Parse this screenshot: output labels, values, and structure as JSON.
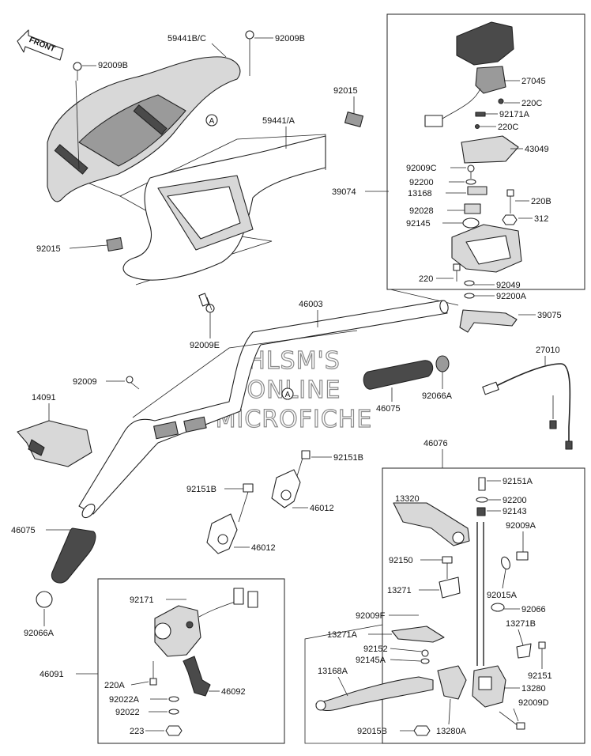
{
  "watermark": {
    "line1": "HLSM'S",
    "line2": "ONLINE",
    "line3": "MICROFICHE"
  },
  "front_arrow": "FRONT",
  "ref_mark": "A",
  "labels": {
    "p59441bc": "59441B/C",
    "p92009b_a": "92009B",
    "p92009b_b": "92009B",
    "p92015_a": "92015",
    "p59441a": "59441/A",
    "p92015_b": "92015",
    "p92009e": "92009E",
    "p46003": "46003",
    "p92009": "92009",
    "p14091": "14091",
    "p46075_a": "46075",
    "p46075_b": "46075",
    "p92066a_a": "92066A",
    "p92066a_b": "92066A",
    "p27010": "27010",
    "p27045": "27045",
    "p220c_a": "220C",
    "p92171a": "92171A",
    "p220c_b": "220C",
    "p43049": "43049",
    "p92009c": "92009C",
    "p39074": "39074",
    "p92200_a": "92200",
    "p13168": "13168",
    "p220b": "220B",
    "p92028": "92028",
    "p312": "312",
    "p92145": "92145",
    "p220": "220",
    "p92049": "92049",
    "p92200a": "92200A",
    "p39075": "39075",
    "p46076": "46076",
    "p92151b_a": "92151B",
    "p92151b_b": "92151B",
    "p46012_a": "46012",
    "p46012_b": "46012",
    "p92151a": "92151A",
    "p13320": "13320",
    "p92200_b": "92200",
    "p92143": "92143",
    "p92009a": "92009A",
    "p92150": "92150",
    "p92015a": "92015A",
    "p13271": "13271",
    "p92066": "92066",
    "p92009f": "92009F",
    "p13271b": "13271B",
    "p13271a": "13271A",
    "p92152": "92152",
    "p92145a": "92145A",
    "p92151": "92151",
    "p13168a": "13168A",
    "p13280": "13280",
    "p92009d": "92009D",
    "p92015b": "92015B",
    "p13280a": "13280A",
    "p92171": "92171",
    "p46091": "46091",
    "p220a": "220A",
    "p46092": "46092",
    "p92022a": "92022A",
    "p92022": "92022",
    "p223": "223"
  }
}
